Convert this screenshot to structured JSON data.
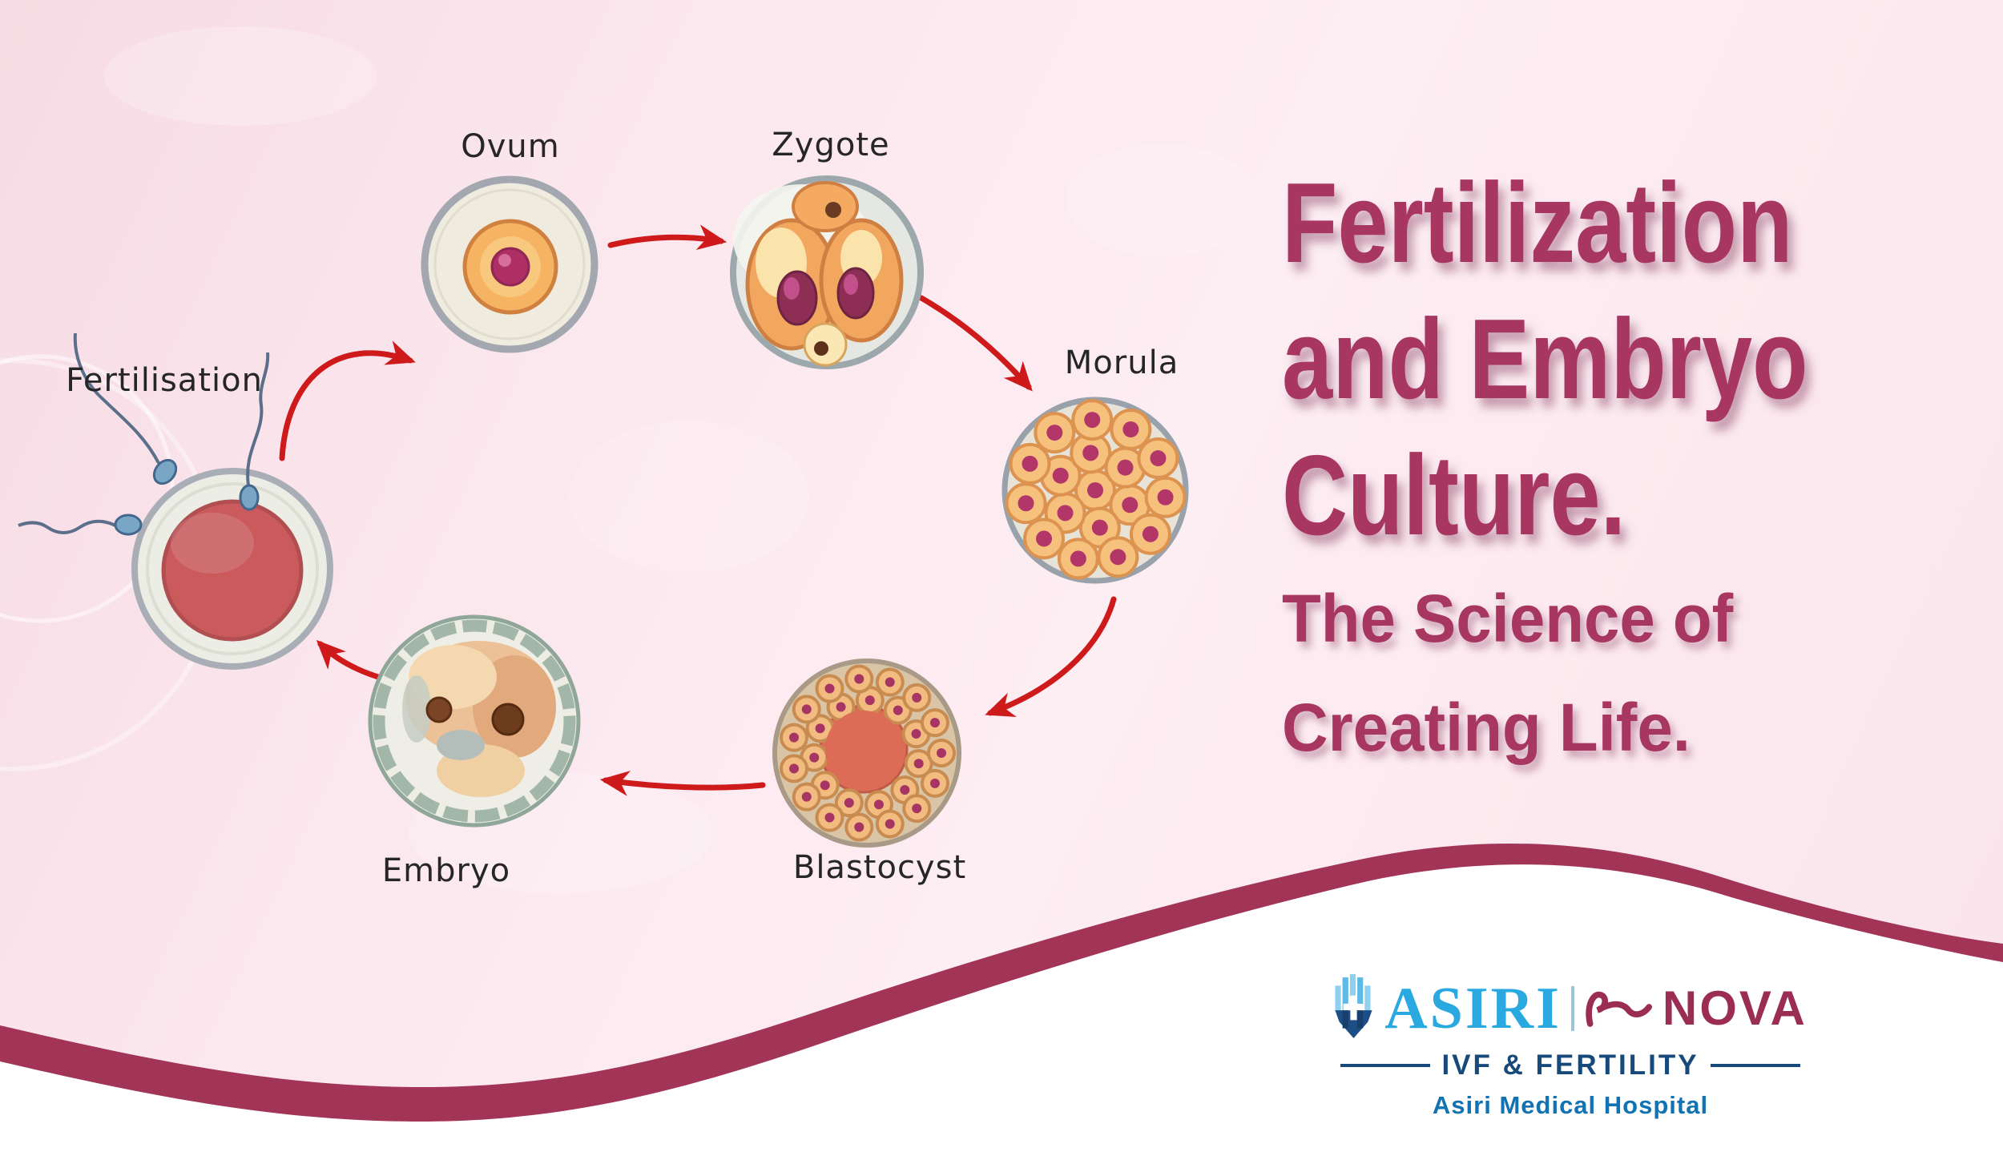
{
  "page": {
    "background_pink": "#fbe7ee",
    "accent_maroon": "#a73760",
    "arrow_red": "#ce1a1a",
    "wave_band_maroon": "#a23557",
    "wave_white": "#ffffff",
    "label_black": "#262626"
  },
  "headline": {
    "line1": "Fertilization",
    "line2": "and Embryo",
    "line3": "Culture.",
    "subline1": "The Science of",
    "subline2": "Creating Life."
  },
  "diagram": {
    "description": "circular life-cycle diagram with red arrows",
    "stages": [
      {
        "id": "fertilisation",
        "label": "Fertilisation"
      },
      {
        "id": "ovum",
        "label": "Ovum"
      },
      {
        "id": "zygote",
        "label": "Zygote"
      },
      {
        "id": "morula",
        "label": "Morula"
      },
      {
        "id": "blastocyst",
        "label": "Blastocyst"
      },
      {
        "id": "embryo",
        "label": "Embryo"
      }
    ]
  },
  "logo": {
    "brand_primary": "ASIRI",
    "brand_secondary": "NOVA",
    "division": "IVF & FERTILITY",
    "hospital": "Asiri Medical Hospital",
    "colors": {
      "asiri_blue": "#2aa9e0",
      "nova_maroon": "#9b2d55",
      "division_navy": "#17497b",
      "hospital_blue": "#1273b3"
    }
  }
}
